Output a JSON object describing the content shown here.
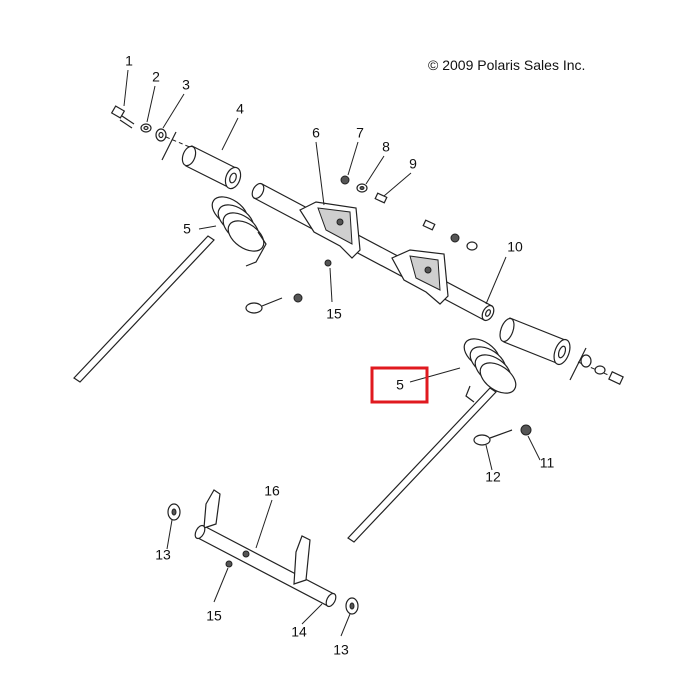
{
  "copyright": "© 2009 Polaris Sales Inc.",
  "callouts": [
    {
      "id": "c1",
      "text": "1"
    },
    {
      "id": "c2",
      "text": "2"
    },
    {
      "id": "c3",
      "text": "3"
    },
    {
      "id": "c4",
      "text": "4"
    },
    {
      "id": "c5a",
      "text": "5"
    },
    {
      "id": "c6",
      "text": "6"
    },
    {
      "id": "c7",
      "text": "7"
    },
    {
      "id": "c8",
      "text": "8"
    },
    {
      "id": "c9",
      "text": "9"
    },
    {
      "id": "c10",
      "text": "10"
    },
    {
      "id": "c15a",
      "text": "15"
    },
    {
      "id": "c5b",
      "text": "5"
    },
    {
      "id": "c11",
      "text": "11"
    },
    {
      "id": "c12",
      "text": "12"
    },
    {
      "id": "c16",
      "text": "16"
    },
    {
      "id": "c13a",
      "text": "13"
    },
    {
      "id": "c15b",
      "text": "15"
    },
    {
      "id": "c14",
      "text": "14"
    },
    {
      "id": "c13b",
      "text": "13"
    }
  ],
  "highlight": {
    "callout": "5",
    "color": "#e0191f"
  }
}
